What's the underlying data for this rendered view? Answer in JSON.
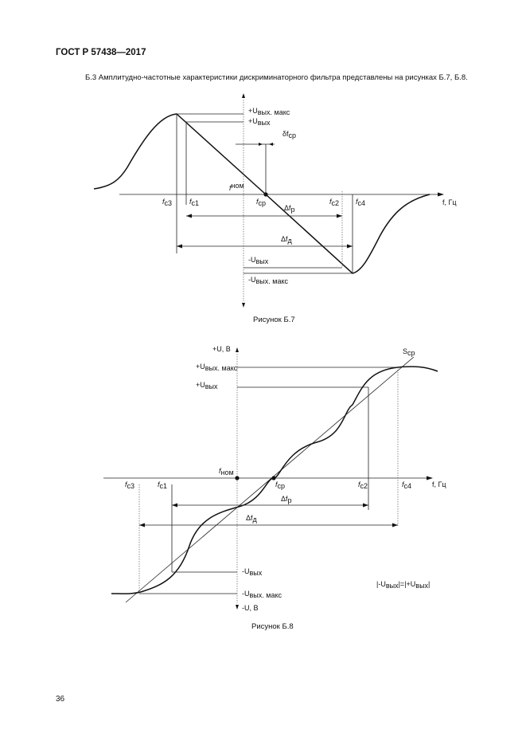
{
  "header": {
    "standard_id": "ГОСТ Р 57438—2017"
  },
  "paragraph": {
    "text": "Б.3 Амплитудно-частотные характеристики дискриминаторного фильтра представлены на рисунках Б.7, Б.8."
  },
  "figure_b7": {
    "caption": "Рисунок Б.7",
    "labels": {
      "uvyx_max_pos": "+U",
      "uvyx_max_pos_sub": "вых. макс",
      "uvyx_pos": "+U",
      "uvyx_pos_sub": "вых",
      "delta_fcp": "δf",
      "delta_fcp_sub": "ср",
      "fnom": "f",
      "fnom_sub": "ном",
      "fc3": "f",
      "fc3_sub": "с3",
      "fc1": "f",
      "fc1_sub": "с1",
      "fcp": "f",
      "fcp_sub": "ср",
      "dfp": "Δf",
      "dfp_sub": "р",
      "fc2": "f",
      "fc2_sub": "с2",
      "fc4": "f",
      "fc4_sub": "с4",
      "xaxis": "f, Гц",
      "dfd": "Δf",
      "dfd_sub": "д",
      "uvyx_neg": "-U",
      "uvyx_neg_sub": "вых",
      "uvyx_max_neg": "-U",
      "uvyx_max_neg_sub": "вых. макс"
    }
  },
  "figure_b8": {
    "caption": "Рисунок Б.8",
    "labels": {
      "yaxis_pos": "+U, В",
      "scp": "S",
      "scp_sub": "ср",
      "uvyx_max_pos": "+U",
      "uvyx_max_pos_sub": "вых. макс",
      "uvyx_pos": "+U",
      "uvyx_pos_sub": "вых",
      "fnom": "f",
      "fnom_sub": "ном",
      "fc3": "f",
      "fc3_sub": "с3",
      "fc1": "f",
      "fc1_sub": "с1",
      "fcp": "f",
      "fcp_sub": "ср",
      "fc2": "f",
      "fc2_sub": "с2",
      "fc4": "f",
      "fc4_sub": "с4",
      "xaxis": "f, Гц",
      "dfp": "Δf",
      "dfp_sub": "р",
      "dfd": "Δf",
      "dfd_sub": "д",
      "uvyx_neg": "-U",
      "uvyx_neg_sub": "вых",
      "uvyx_max_neg": "-U",
      "uvyx_max_neg_sub": "вых. макс",
      "yaxis_neg": "-U, В",
      "eq_a": "|-U",
      "eq_a_sub": "вых",
      "eq_b": "|=|+U",
      "eq_b_sub": "вых",
      "eq_c": "|"
    }
  },
  "page_number": "36"
}
